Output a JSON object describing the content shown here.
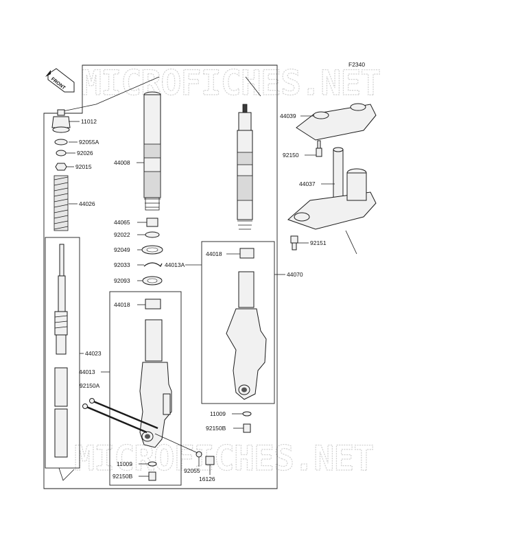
{
  "figure_code": "F2340",
  "watermark": "MICROFICHES.NET",
  "front_label": "FRONT",
  "parts": {
    "p11012": "11012",
    "p92055A": "92055A",
    "p92026": "92026",
    "p92015": "92015",
    "p44026": "44026",
    "p44023": "44023",
    "p44013": "44013",
    "p92150A": "92150A",
    "p44008": "44008",
    "p44065": "44065",
    "p92022": "92022",
    "p92049": "92049",
    "p92033": "92033",
    "p92093": "92093",
    "p44013A": "44013A",
    "p44018a": "44018",
    "p44018b": "44018",
    "p44070": "44070",
    "p44039": "44039",
    "p92150": "92150",
    "p44037": "44037",
    "p92151": "92151",
    "p11009a": "11009",
    "p92150Ba": "92150B",
    "p11009b": "11009",
    "p92150Bb": "92150B",
    "p92055": "92055",
    "p16126": "16126"
  }
}
